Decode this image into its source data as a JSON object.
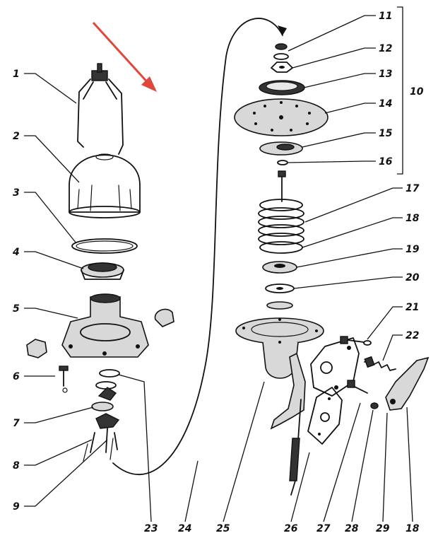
{
  "diagram": {
    "labels_left": [
      "1",
      "2",
      "3",
      "4",
      "5",
      "6",
      "7",
      "8",
      "9"
    ],
    "labels_right_top": [
      "11",
      "12",
      "13",
      "14",
      "15",
      "16"
    ],
    "group_label": "10",
    "labels_right_mid": [
      "17",
      "18",
      "19",
      "20",
      "21",
      "22"
    ],
    "labels_bottom": [
      "23",
      "24",
      "25",
      "26",
      "27",
      "28",
      "29",
      "18"
    ]
  },
  "colors": {
    "ink": "#111111",
    "arrow": "#e0463a",
    "background": "#ffffff"
  }
}
